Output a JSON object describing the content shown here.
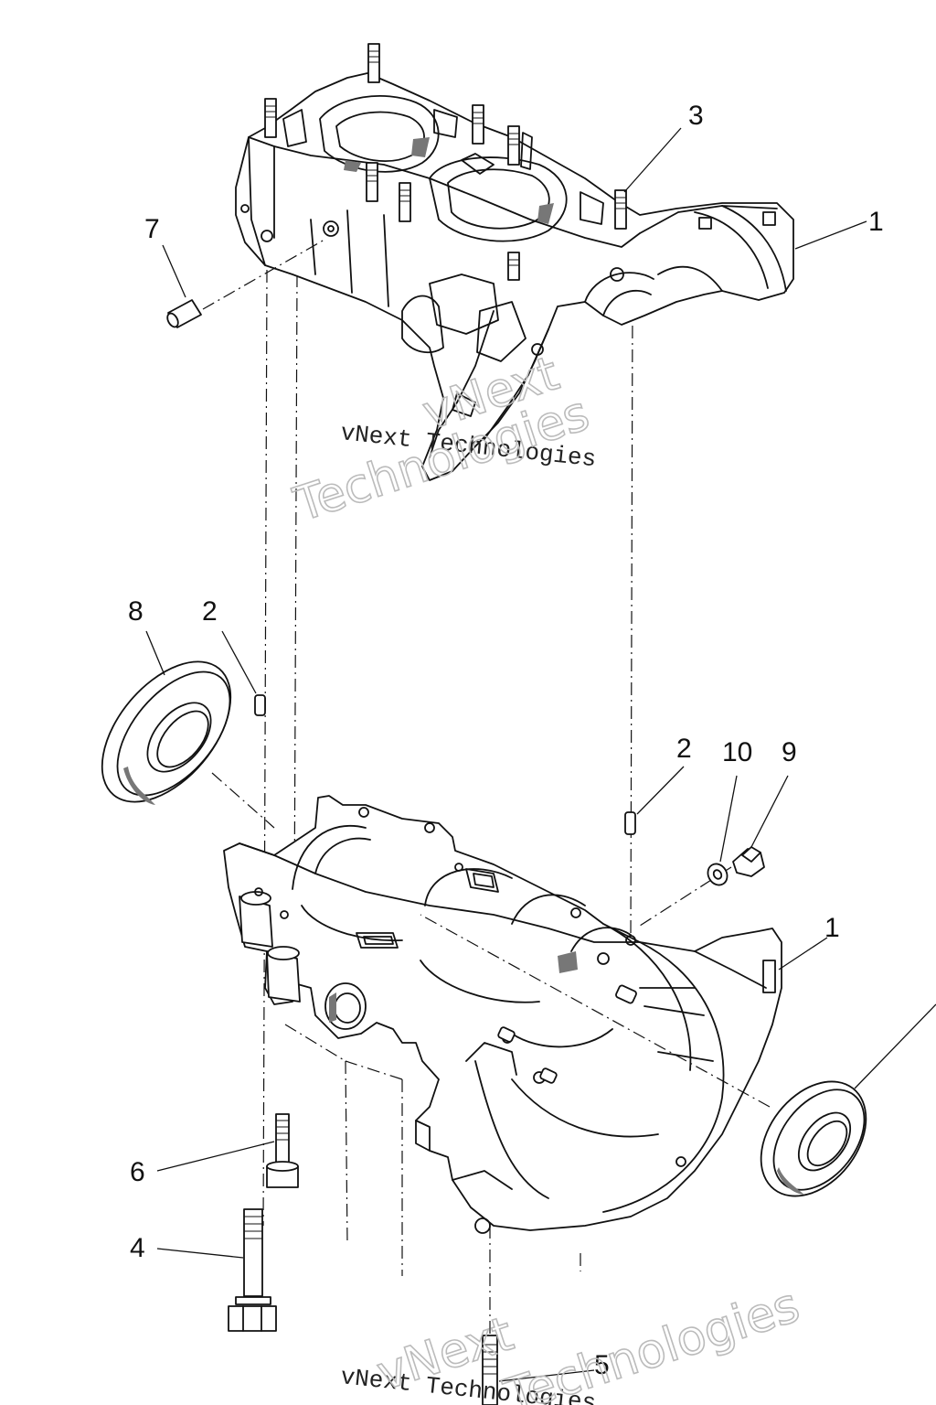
{
  "callouts": {
    "c1_top": "1",
    "c1_bottom": "1",
    "c2_left": "2",
    "c2_right": "2",
    "c3": "3",
    "c4": "4",
    "c5": "5",
    "c6": "6",
    "c7": "7",
    "c8": "8",
    "c9": "9",
    "c10": "10"
  },
  "watermark": {
    "serif_text": "vNext Technologies",
    "outline_line1": "vNext",
    "outline_line2": "Technologies"
  }
}
